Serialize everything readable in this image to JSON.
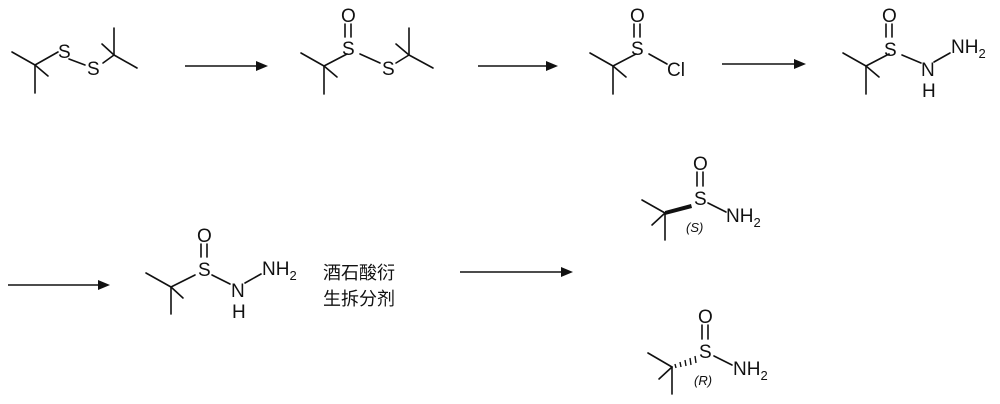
{
  "atoms": {
    "sulfur": "S",
    "oxygen": "O",
    "chlorine": "Cl",
    "nitrogen": "N",
    "hydrogen": "H",
    "amine_prefix": "NH",
    "subscript_two": "2"
  },
  "stereo_labels": {
    "s": "(S)",
    "r": "(R)"
  },
  "reagent": {
    "line1": "酒石酸衍",
    "line2": "生拆分剂"
  }
}
